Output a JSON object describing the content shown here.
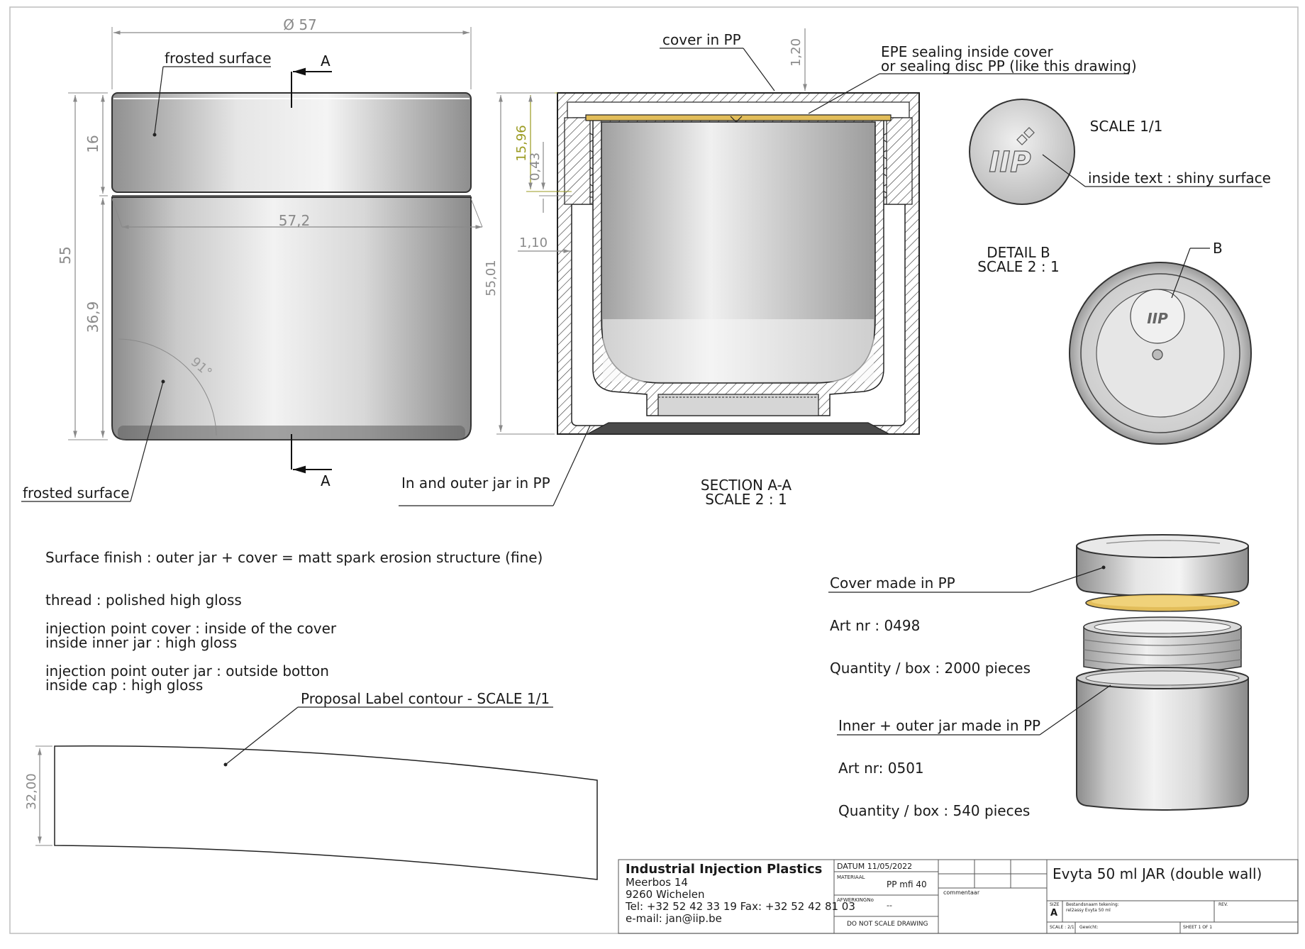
{
  "labels": {
    "diameter_top": "Ø 57",
    "frosted_surface_top": "frosted surface",
    "section_mark": "A",
    "dim_16": "16",
    "dim_55": "55",
    "dim_36_9": "36,9",
    "dim_57_2": "57,2",
    "angle_91": "91°",
    "frosted_surface_bottom": "frosted surface",
    "cover_in_pp": "cover in PP",
    "dim_1_20": "1,20",
    "epe_line1": "EPE sealing inside cover",
    "epe_line2": "or sealing disc PP (like this drawing)",
    "dim_15_96": "15,96",
    "dim_0_43": "0,43",
    "dim_1_10": "1,10",
    "dim_55_01": "55,01",
    "in_outer_jar": "In and outer jar in PP",
    "section_line1": "SECTION A-A",
    "section_line2": "SCALE 2 : 1",
    "scale_1_1": "SCALE 1/1",
    "inside_text": "inside text : shiny surface",
    "detail_line1": "DETAIL B",
    "detail_line2": "SCALE 2 : 1",
    "detail_mark": "B",
    "logo_text": "IIP",
    "label_contour_title": "Proposal Label contour - SCALE 1/1",
    "dim_32_00": "32,00"
  },
  "notes": {
    "surface": [
      "Surface finish : outer jar + cover = matt spark erosion structure (fine)",
      "thread : polished high gloss",
      "inside inner jar : high gloss",
      "inside cap : high gloss"
    ],
    "injection": [
      "injection point cover : inside of the cover",
      "injection point outer jar : outside botton"
    ],
    "cover_part": [
      "Cover made in PP",
      "Art nr : 0498",
      "Quantity / box : 2000 pieces"
    ],
    "jar_part": [
      "Inner + outer jar made in PP",
      "Art nr: 0501",
      "Quantity / box : 540 pieces"
    ]
  },
  "title_block": {
    "company": "Industrial Injection Plastics",
    "address": [
      "Meerbos 14",
      "9260 Wichelen",
      "Tel: +32 52 42 33 19 Fax: +32 52 42 81 03",
      "e-mail: jan@iip.be"
    ],
    "datum": "DATUM 11/05/2022",
    "materiaal_label": "MATERIAAL",
    "materiaal_value": "PP mfi 40",
    "afwerking_label": "AFWERKINGNo",
    "afwerking_value": "--",
    "commentaar": "commentaar",
    "do_not_scale": "DO NOT SCALE DRAWING",
    "title": "Evyta 50 ml JAR (double wall)",
    "size_label": "SIZE",
    "size_value": "A",
    "filename_label": "Bestandsnaam tekening:",
    "filename_value": "rel2assy Evyta 50 ml",
    "rev_label": "REV.",
    "scale_text": "SCALE : 2/1",
    "weight_text": "Gewicht:",
    "sheet_text": "SHEET 1 OF 1"
  },
  "colors": {
    "line": "#222222",
    "dimension": "#8a8a8a",
    "dimension_accent": "#9a9a20",
    "sealing_disc": "#e2bd5a"
  }
}
